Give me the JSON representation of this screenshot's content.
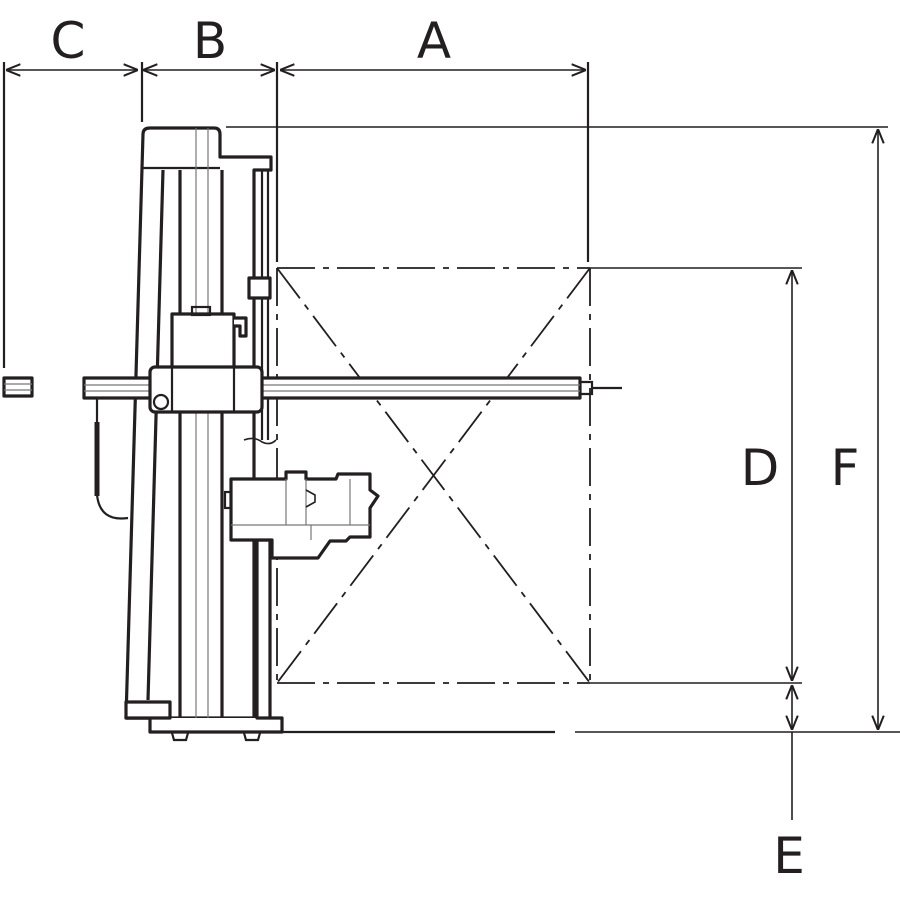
{
  "diagram": {
    "dimension_labels": {
      "a": "A",
      "b": "B",
      "c": "C",
      "d": "D",
      "e": "E",
      "f": "F"
    },
    "line_color": "#231f20"
  }
}
